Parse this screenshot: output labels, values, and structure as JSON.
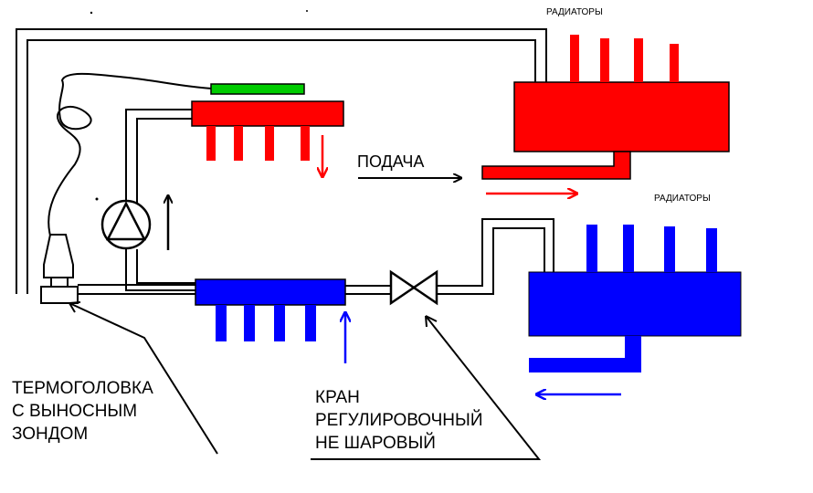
{
  "labels": {
    "radiators_top": "РАДИАТОРЫ",
    "radiators_bottom": "РАДИАТОРЫ",
    "supply": "ПОДАЧА",
    "thermo_head": [
      "ТЕРМОГОЛОВКА",
      "С ВЫНОСНЫМ",
      "ЗОНДОМ"
    ],
    "valve": [
      "КРАН",
      "РЕГУЛИРОВОЧНЫЙ",
      "НЕ ШАРОВЫЙ"
    ]
  },
  "colors": {
    "supply_red": "#ff0000",
    "return_blue": "#0000ff",
    "probe_green": "#00cc00",
    "line_black": "#000000"
  }
}
